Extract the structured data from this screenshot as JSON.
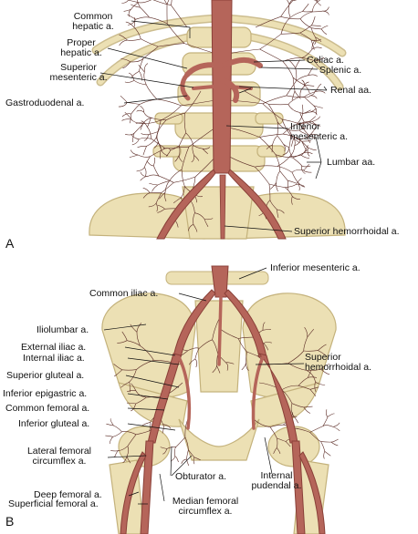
{
  "figure": {
    "panel_a": {
      "letter": "A",
      "labels": {
        "common_hepatic": "Common\nhepatic a.",
        "proper_hepatic": "Proper\nhepatic a.",
        "superior_mesenteric": "Superior\nmesenteric a.",
        "gastroduodenal": "Gastroduodenal a.",
        "celiac": "Celiac a.",
        "splenic": "Splenic a.",
        "renal": "Renal aa.",
        "inferior_mesenteric": "Inferior\nmesenteric a.",
        "lumbar": "Lumbar aa.",
        "superior_hemorrhoidal": "Superior hemorrhoidal a."
      }
    },
    "panel_b": {
      "letter": "B",
      "labels": {
        "inferior_mesenteric": "Inferior mesenteric a.",
        "common_iliac": "Common iliac a.",
        "iliolumbar": "Iliolumbar a.",
        "external_iliac": "External iliac a.",
        "internal_iliac": "Internal iliac a.",
        "superior_gluteal": "Superior gluteal a.",
        "inferior_epigastric": "Inferior epigastric a.",
        "common_femoral": "Common femoral a.",
        "inferior_gluteal": "Inferior gluteal a.",
        "lateral_femoral_circumflex": "Lateral femoral\ncircumflex a.",
        "obturator": "Obturator a.",
        "internal_pudendal": "Internal\npudendal a.",
        "deep_femoral": "Deep femoral a.",
        "superficial_femoral": "Superficial femoral a.",
        "median_femoral_circumflex": "Median femoral\ncircumflex a.",
        "superior_hemorrhoidal": "Superior\nhemorrhoidal a."
      }
    },
    "colors": {
      "artery": "#b5655a",
      "artery_dark": "#8a4038",
      "bone": "#ece0b4",
      "bone_edge": "#c4b27c",
      "vessel_line": "#5a2a24",
      "leader": "#111111"
    }
  }
}
